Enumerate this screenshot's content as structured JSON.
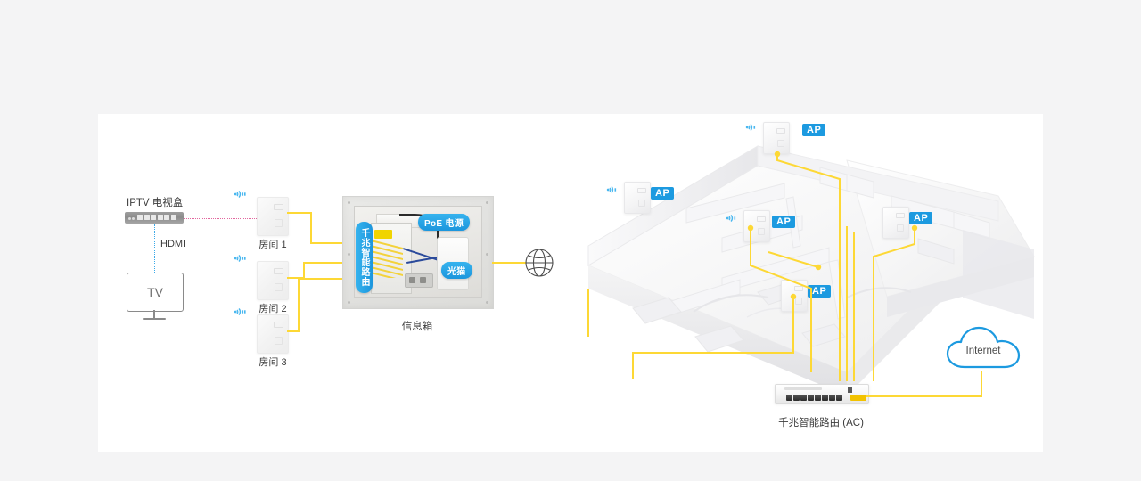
{
  "page": {
    "background": "#f4f4f5",
    "canvas_background": "#ffffff"
  },
  "colors": {
    "cable_yellow": "#fdd835",
    "tag_blue": "#1c96dd",
    "ap_badge_blue": "#1c9ae0",
    "cloud_blue": "#1c9ae0",
    "hdmi_dash_blue": "#3aa9e8",
    "iptv_dash_pink": "#e2679e",
    "text_dark": "#3c3c3c"
  },
  "left_section": {
    "iptv": {
      "title": "IPTV 电视盒",
      "device_icon": "set-top-box-icon"
    },
    "hdmi": {
      "label": "HDMI",
      "link_style": "dotted-blue"
    },
    "tv": {
      "label": "TV",
      "icon": "television-icon"
    },
    "rooms": [
      {
        "label": "房间 1",
        "wifi_icon": "wifi-signal-icon",
        "plate_icon": "wall-faceplate-icon"
      },
      {
        "label": "房间 2",
        "wifi_icon": "wifi-signal-icon",
        "plate_icon": "wall-faceplate-icon"
      },
      {
        "label": "房间 3",
        "wifi_icon": "wifi-signal-icon",
        "plate_icon": "wall-faceplate-icon"
      }
    ]
  },
  "info_box": {
    "caption": "信息箱",
    "tags": {
      "router": "千兆智能路由",
      "poe": "PoE 电源",
      "onu": "光猫"
    }
  },
  "globe": {
    "icon": "globe-internet-icon"
  },
  "floor_plan": {
    "access_points": [
      {
        "label": "AP",
        "position": "top-right-bedroom"
      },
      {
        "label": "AP",
        "position": "left-bedroom"
      },
      {
        "label": "AP",
        "position": "center-living-room"
      },
      {
        "label": "AP",
        "position": "far-right-room"
      },
      {
        "label": "AP",
        "position": "lower-center-room"
      }
    ],
    "device_icon": "wireless-access-point-icon"
  },
  "router_ac": {
    "caption": "千兆智能路由 (AC)",
    "device_icon": "rack-router-icon",
    "port_count": 8,
    "wan_port_highlight": "#f2c200"
  },
  "cloud": {
    "label": "Internet",
    "icon": "cloud-icon"
  }
}
